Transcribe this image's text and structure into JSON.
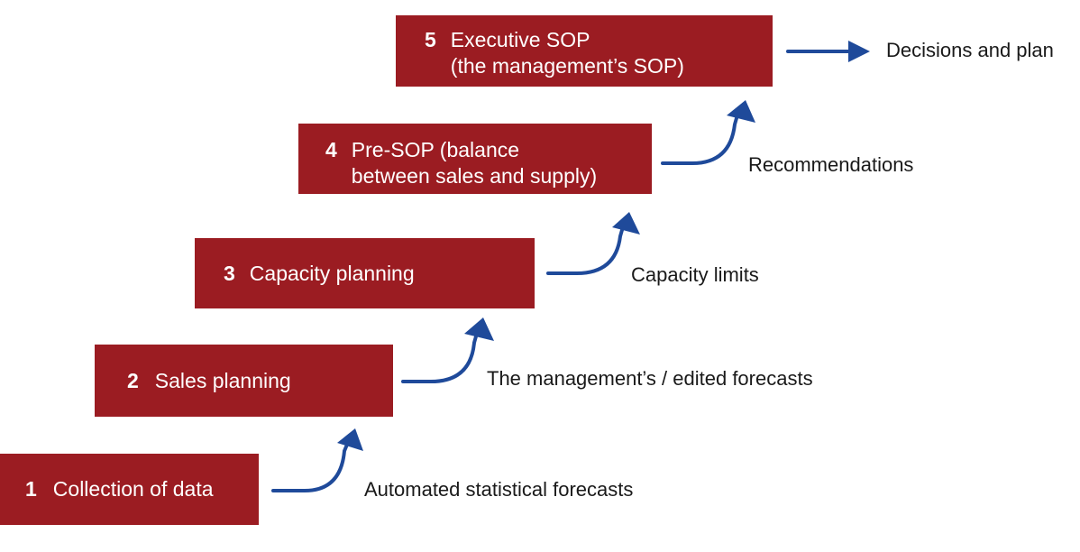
{
  "colors": {
    "box_fill": "#9b1c22",
    "box_text": "#ffffff",
    "arrow": "#1f4a9a",
    "label_text": "#1a1a1a"
  },
  "steps": [
    {
      "number": "1",
      "text": "Collection of data"
    },
    {
      "number": "2",
      "text": "Sales planning"
    },
    {
      "number": "3",
      "text": "Capacity planning"
    },
    {
      "number": "4",
      "text": "Pre-SOP (balance\nbetween sales and supply)"
    },
    {
      "number": "5",
      "text": "Executive SOP\n(the management’s SOP)"
    }
  ],
  "outputs": [
    "Automated statistical forecasts",
    "The management’s / edited forecasts",
    "Capacity limits",
    "Recommendations",
    "Decisions and plan"
  ]
}
